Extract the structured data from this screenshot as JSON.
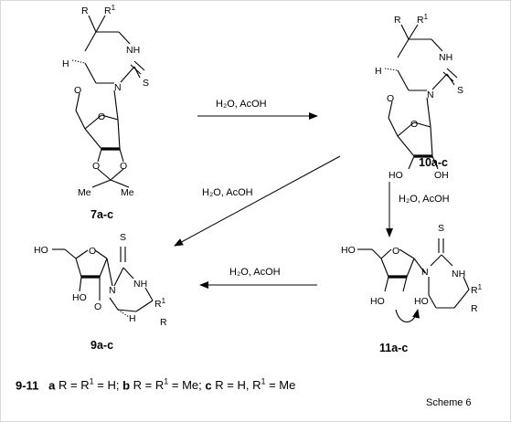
{
  "compounds": {
    "c7": "7a-c",
    "c10": "10a-c",
    "c9": "9a-c",
    "c11": "11a-c"
  },
  "arrows": {
    "top": "H₂O, AcOH",
    "diagonal": "H₂O, AcOH",
    "vertical": "H₂O, AcOH",
    "bottom": "H₂O, AcOH"
  },
  "atom_labels": [
    "R",
    "R1",
    "NH",
    "N",
    "S",
    "O",
    "H",
    "HO",
    "OH",
    "Me"
  ],
  "legend": {
    "range": "9-11",
    "a_key": "a",
    "a_text": "R = R1 = H;",
    "b_key": "b",
    "b_text": "R = R1 = Me;",
    "c_key": "c",
    "c_text": "R = H, R1 = Me"
  },
  "caption": "Scheme 6"
}
